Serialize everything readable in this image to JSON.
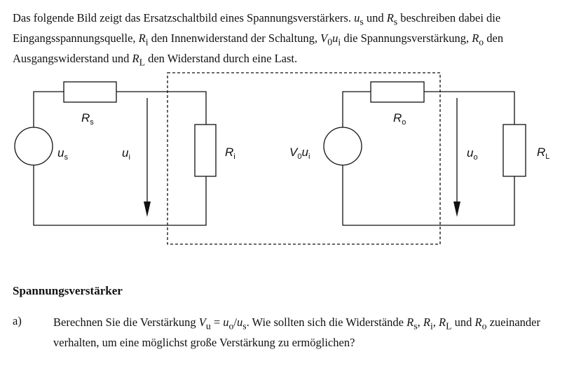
{
  "intro": {
    "s1": "Das folgende Bild zeigt das Ersatzschaltbild eines Spannungsverstärkers. ",
    "us_sym": "u",
    "us_sub": "s",
    "s2": " und ",
    "rs_sym": "R",
    "rs_sub": "s",
    "s3": " beschreiben dabei die Eingangsspannungsquelle, ",
    "ri_sym": "R",
    "ri_sub": "i",
    "s4": " den Innenwiderstand der Schaltung, ",
    "gain_sym": "V",
    "gain_sub": "0",
    "gain_u": "u",
    "gain_usub": "i",
    "s5": " die Spannungsverstärkung, ",
    "ro_sym": "R",
    "ro_sub": "o",
    "s6": " den Ausgangswiderstand und ",
    "rl_sym": "R",
    "rl_sub": "L",
    "s7": " den Widerstand durch eine Last."
  },
  "circuit": {
    "us": {
      "main": "u",
      "sub": "s"
    },
    "rs": {
      "main": "R",
      "sub": "s"
    },
    "ui": {
      "main": "u",
      "sub": "i"
    },
    "ri": {
      "main": "R",
      "sub": "i"
    },
    "source": {
      "v": "V",
      "vsub": "0",
      "u": "u",
      "usub": "i"
    },
    "ro": {
      "main": "R",
      "sub": "o"
    },
    "uo": {
      "main": "u",
      "sub": "o"
    },
    "rl": {
      "main": "R",
      "sub": "L"
    }
  },
  "section": {
    "heading": "Spannungsverstärker"
  },
  "question": {
    "number": "a)",
    "t1": "Berechnen Sie die Verstärkung ",
    "vu_sym": "V",
    "vu_sub": "u",
    "t2": " = ",
    "uo_sym": "u",
    "uo_sub": "o",
    "t3": "/",
    "us_sym": "u",
    "us_sub": "s",
    "t4": ". Wie sollten sich die Widerstände ",
    "rs_sym": "R",
    "rs_sub": "s",
    "c1": ", ",
    "ri_sym": "R",
    "ri_sub": "i",
    "c2": ", ",
    "rl_sym": "R",
    "rl_sub": "L",
    "t5": " und ",
    "ro_sym": "R",
    "ro_sub": "o",
    "t6": " zueinander verhalten, um eine möglichst große Verstärkung zu ermöglichen?"
  }
}
